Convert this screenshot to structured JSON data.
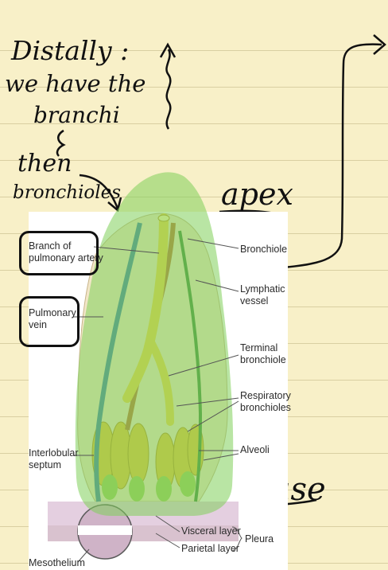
{
  "handwritten_notes": {
    "distally": "Distally :",
    "we_have_the": "we have the",
    "branchi": "branchi",
    "then": "then",
    "bronchioles": "bronchioles",
    "apex": "apex",
    "base": "base"
  },
  "diagram_labels": {
    "branch_of_pulmonary_artery": "Branch of\npulmonary artery",
    "pulmonary_vein": "Pulmonary\nvein",
    "interlobular_septum": "Interlobular\nseptum",
    "mesothelium": "Mesothelium",
    "bronchiole": "Bronchiole",
    "lymphatic_vessel": "Lymphatic\nvessel",
    "terminal_bronchiole": "Terminal\nbronchiole",
    "respiratory_bronchioles": "Respiratory\nbronchioles",
    "alveoli": "Alveoli",
    "visceral_layer": "Visceral layer",
    "parietal_layer": "Parietal layer",
    "pleura": "Pleura"
  },
  "colors": {
    "paper": "#f8f0c8",
    "highlight_green": "#7fcf5a",
    "artery": "#b87333",
    "vein": "#3f7fa6",
    "lymphatic": "#3e8a3a",
    "alveoli_yellow": "#e8c43a"
  }
}
